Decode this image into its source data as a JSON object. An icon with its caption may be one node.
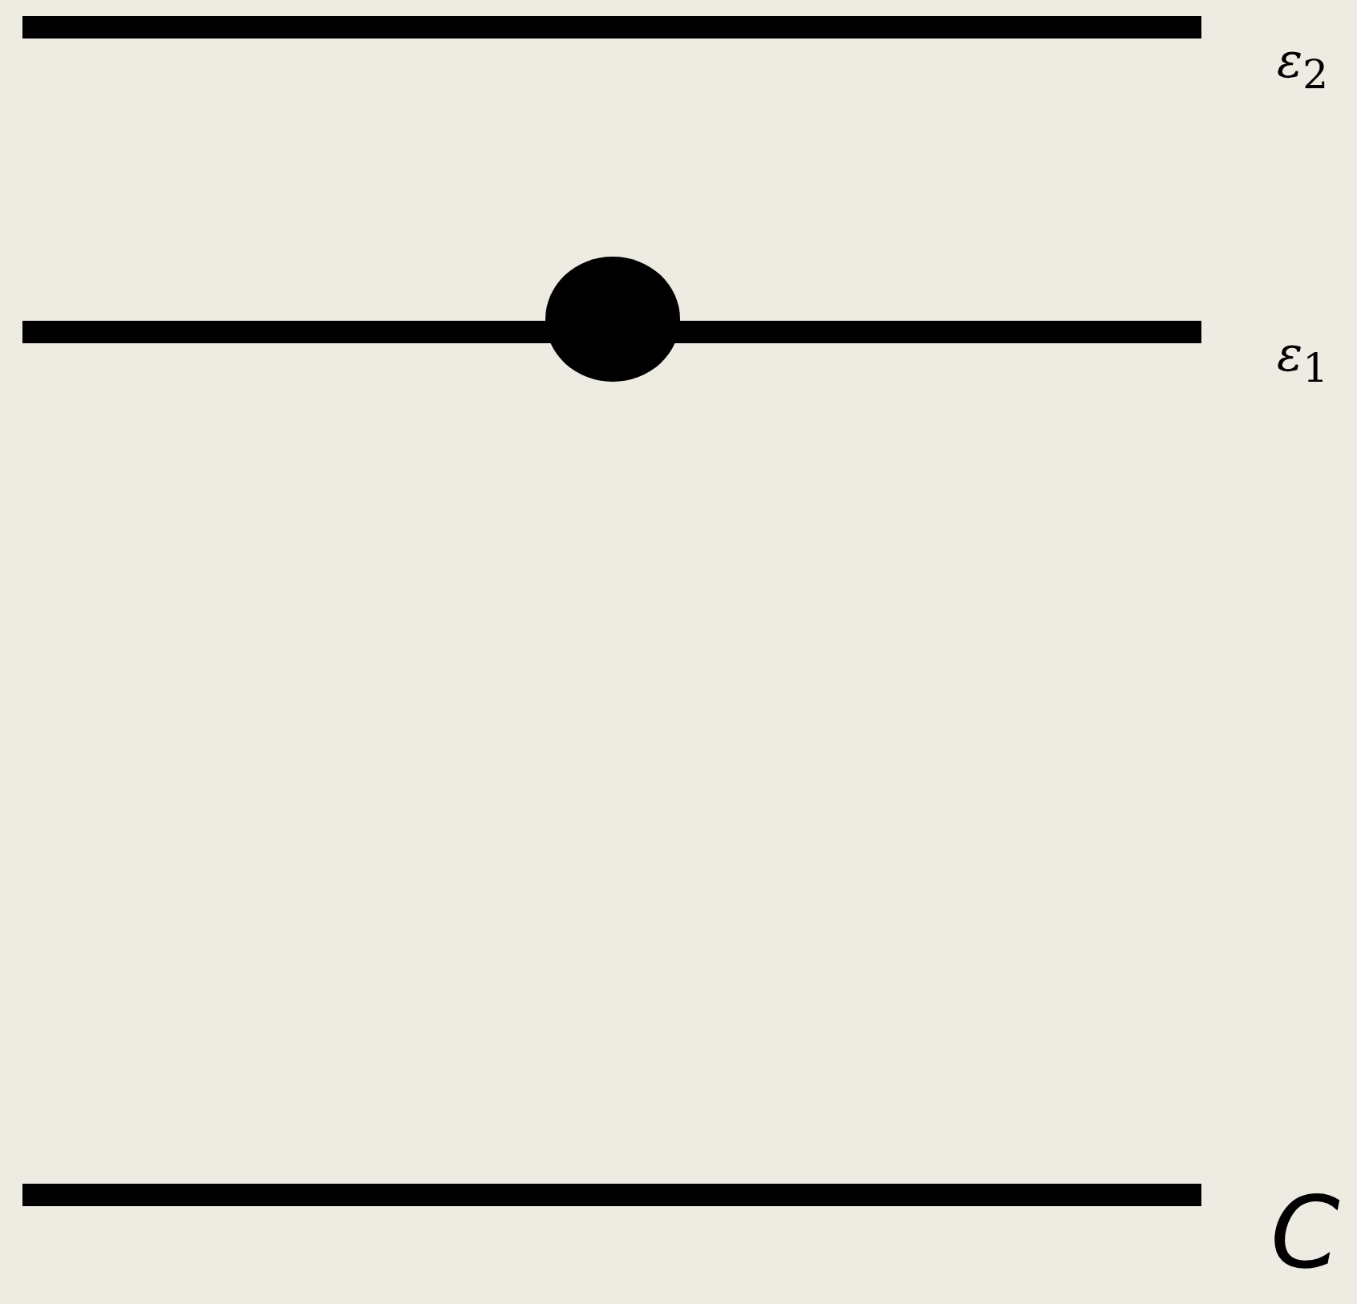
{
  "diagram": {
    "labels": [
      "*ε*$_{2}$",
      "*ε*$_{1}$",
      "C"
    ]
  }
}
